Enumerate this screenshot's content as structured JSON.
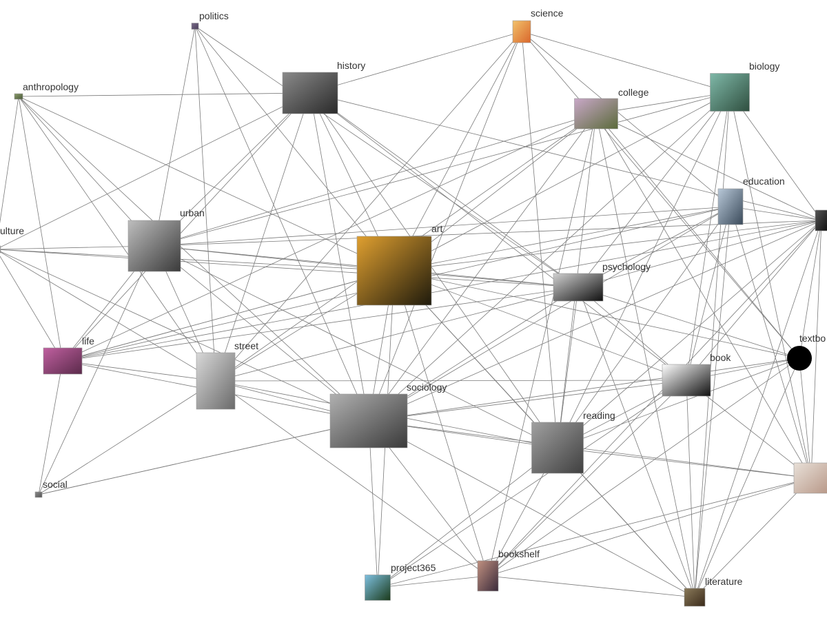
{
  "diagram": {
    "nodes": [
      {
        "id": "politics",
        "label": "politics",
        "thumb": [
          "#7a6a8a",
          "#4a3f5a"
        ]
      },
      {
        "id": "science",
        "label": "science",
        "thumb": [
          "#f2c26b",
          "#d9662b"
        ]
      },
      {
        "id": "history",
        "label": "history",
        "thumb": [
          "#8a8a8a",
          "#2a2a2a"
        ]
      },
      {
        "id": "anthropology",
        "label": "anthropology",
        "thumb": [
          "#8a9a6a",
          "#4a5a3a"
        ]
      },
      {
        "id": "biology",
        "label": "biology",
        "thumb": [
          "#7fb8a8",
          "#2f4f3f"
        ]
      },
      {
        "id": "college",
        "label": "college",
        "thumb": [
          "#c9a8c8",
          "#5a6a3a"
        ]
      },
      {
        "id": "education",
        "label": "education",
        "thumb": [
          "#b8c8d8",
          "#3a4a5a"
        ]
      },
      {
        "id": "culture",
        "label": "ulture",
        "thumb": [
          "#cccccc",
          "#888888"
        ]
      },
      {
        "id": "urban",
        "label": "urban",
        "thumb": [
          "#bdbdbd",
          "#3a3a3a"
        ]
      },
      {
        "id": "art",
        "label": "art",
        "thumb": [
          "#e0a030",
          "#1e1a0c"
        ]
      },
      {
        "id": "psychology",
        "label": "psychology",
        "thumb": [
          "#d0d0d0",
          "#101010"
        ]
      },
      {
        "id": "life",
        "label": "life",
        "thumb": [
          "#c060a0",
          "#5a2a4a"
        ]
      },
      {
        "id": "street",
        "label": "street",
        "thumb": [
          "#d8d8d8",
          "#6a6a6a"
        ]
      },
      {
        "id": "sociology",
        "label": "sociology",
        "thumb": [
          "#b0b0b0",
          "#3a3a3a"
        ]
      },
      {
        "id": "book",
        "label": "book",
        "thumb": [
          "#ffffff",
          "#111111"
        ]
      },
      {
        "id": "textbook",
        "label": "textbo",
        "thumb": [
          "#000000",
          "#000000"
        ]
      },
      {
        "id": "reading",
        "label": "reading",
        "thumb": [
          "#a0a0a0",
          "#404040"
        ]
      },
      {
        "id": "social",
        "label": "social",
        "thumb": [
          "#8a8a8a",
          "#555555"
        ]
      },
      {
        "id": "project365",
        "label": "project365",
        "thumb": [
          "#7ec0e0",
          "#1a3a1a"
        ]
      },
      {
        "id": "bookshelf",
        "label": "bookshelf",
        "thumb": [
          "#c09080",
          "#3a2a3a"
        ]
      },
      {
        "id": "literature",
        "label": "literature",
        "thumb": [
          "#8a7a5a",
          "#3a2a1a"
        ]
      },
      {
        "id": "rightupper",
        "label": "",
        "thumb": [
          "#555555",
          "#111111"
        ]
      },
      {
        "id": "rightlower",
        "label": "",
        "thumb": [
          "#e8e0d8",
          "#b89888"
        ]
      }
    ],
    "edges": [
      [
        "politics",
        "urban"
      ],
      [
        "politics",
        "street"
      ],
      [
        "politics",
        "sociology"
      ],
      [
        "politics",
        "art"
      ],
      [
        "politics",
        "psychology"
      ],
      [
        "science",
        "history"
      ],
      [
        "science",
        "biology"
      ],
      [
        "science",
        "sociology"
      ],
      [
        "science",
        "reading"
      ],
      [
        "science",
        "art"
      ],
      [
        "science",
        "education"
      ],
      [
        "science",
        "textbook"
      ],
      [
        "science",
        "street"
      ],
      [
        "history",
        "anthropology"
      ],
      [
        "history",
        "culture"
      ],
      [
        "history",
        "urban"
      ],
      [
        "history",
        "art"
      ],
      [
        "history",
        "psychology"
      ],
      [
        "history",
        "life"
      ],
      [
        "history",
        "street"
      ],
      [
        "history",
        "sociology"
      ],
      [
        "history",
        "reading"
      ],
      [
        "history",
        "rightupper"
      ],
      [
        "history",
        "book"
      ],
      [
        "anthropology",
        "urban"
      ],
      [
        "anthropology",
        "art"
      ],
      [
        "anthropology",
        "life"
      ],
      [
        "anthropology",
        "culture"
      ],
      [
        "anthropology",
        "street"
      ],
      [
        "anthropology",
        "sociology"
      ],
      [
        "biology",
        "college"
      ],
      [
        "biology",
        "art"
      ],
      [
        "biology",
        "book"
      ],
      [
        "biology",
        "psychology"
      ],
      [
        "biology",
        "rightupper"
      ],
      [
        "biology",
        "rightlower"
      ],
      [
        "biology",
        "reading"
      ],
      [
        "biology",
        "literature"
      ],
      [
        "biology",
        "urban"
      ],
      [
        "biology",
        "sociology"
      ],
      [
        "college",
        "urban"
      ],
      [
        "college",
        "art"
      ],
      [
        "college",
        "street"
      ],
      [
        "college",
        "sociology"
      ],
      [
        "college",
        "reading"
      ],
      [
        "college",
        "rightupper"
      ],
      [
        "college",
        "rightlower"
      ],
      [
        "college",
        "literature"
      ],
      [
        "college",
        "bookshelf"
      ],
      [
        "college",
        "textbook"
      ],
      [
        "college",
        "life"
      ],
      [
        "education",
        "art"
      ],
      [
        "education",
        "rightupper"
      ],
      [
        "education",
        "reading"
      ],
      [
        "education",
        "book"
      ],
      [
        "education",
        "rightlower"
      ],
      [
        "education",
        "sociology"
      ],
      [
        "education",
        "psychology"
      ],
      [
        "education",
        "literature"
      ],
      [
        "education",
        "urban"
      ],
      [
        "education",
        "life"
      ],
      [
        "culture",
        "urban"
      ],
      [
        "culture",
        "art"
      ],
      [
        "culture",
        "street"
      ],
      [
        "culture",
        "sociology"
      ],
      [
        "culture",
        "life"
      ],
      [
        "culture",
        "psychology"
      ],
      [
        "urban",
        "art"
      ],
      [
        "urban",
        "psychology"
      ],
      [
        "urban",
        "street"
      ],
      [
        "urban",
        "sociology"
      ],
      [
        "urban",
        "life"
      ],
      [
        "urban",
        "social"
      ],
      [
        "urban",
        "reading"
      ],
      [
        "urban",
        "rightupper"
      ],
      [
        "art",
        "psychology"
      ],
      [
        "art",
        "street"
      ],
      [
        "art",
        "sociology"
      ],
      [
        "art",
        "reading"
      ],
      [
        "art",
        "life"
      ],
      [
        "art",
        "book"
      ],
      [
        "art",
        "rightupper"
      ],
      [
        "art",
        "literature"
      ],
      [
        "art",
        "bookshelf"
      ],
      [
        "art",
        "project365"
      ],
      [
        "art",
        "textbook"
      ],
      [
        "psychology",
        "street"
      ],
      [
        "psychology",
        "sociology"
      ],
      [
        "psychology",
        "textbook"
      ],
      [
        "psychology",
        "book"
      ],
      [
        "psychology",
        "rightupper"
      ],
      [
        "psychology",
        "reading"
      ],
      [
        "psychology",
        "literature"
      ],
      [
        "psychology",
        "life"
      ],
      [
        "life",
        "street"
      ],
      [
        "life",
        "social"
      ],
      [
        "life",
        "sociology"
      ],
      [
        "life",
        "rightupper"
      ],
      [
        "life",
        "art"
      ],
      [
        "street",
        "sociology"
      ],
      [
        "street",
        "reading"
      ],
      [
        "street",
        "social"
      ],
      [
        "street",
        "bookshelf"
      ],
      [
        "street",
        "book"
      ],
      [
        "sociology",
        "reading"
      ],
      [
        "sociology",
        "book"
      ],
      [
        "sociology",
        "textbook"
      ],
      [
        "sociology",
        "project365"
      ],
      [
        "sociology",
        "bookshelf"
      ],
      [
        "sociology",
        "literature"
      ],
      [
        "sociology",
        "rightupper"
      ],
      [
        "sociology",
        "rightlower"
      ],
      [
        "sociology",
        "social"
      ],
      [
        "book",
        "textbook"
      ],
      [
        "book",
        "reading"
      ],
      [
        "book",
        "rightlower"
      ],
      [
        "book",
        "literature"
      ],
      [
        "book",
        "bookshelf"
      ],
      [
        "book",
        "project365"
      ],
      [
        "book",
        "rightupper"
      ],
      [
        "textbook",
        "reading"
      ],
      [
        "textbook",
        "bookshelf"
      ],
      [
        "textbook",
        "rightupper"
      ],
      [
        "textbook",
        "rightlower"
      ],
      [
        "textbook",
        "literature"
      ],
      [
        "reading",
        "rightlower"
      ],
      [
        "reading",
        "bookshelf"
      ],
      [
        "reading",
        "literature"
      ],
      [
        "reading",
        "project365"
      ],
      [
        "reading",
        "rightupper"
      ],
      [
        "social",
        "sociology"
      ],
      [
        "project365",
        "bookshelf"
      ],
      [
        "project365",
        "rightlower"
      ],
      [
        "bookshelf",
        "literature"
      ],
      [
        "bookshelf",
        "rightlower"
      ],
      [
        "bookshelf",
        "rightupper"
      ],
      [
        "literature",
        "rightlower"
      ],
      [
        "literature",
        "rightupper"
      ],
      [
        "rightupper",
        "rightlower"
      ]
    ]
  }
}
